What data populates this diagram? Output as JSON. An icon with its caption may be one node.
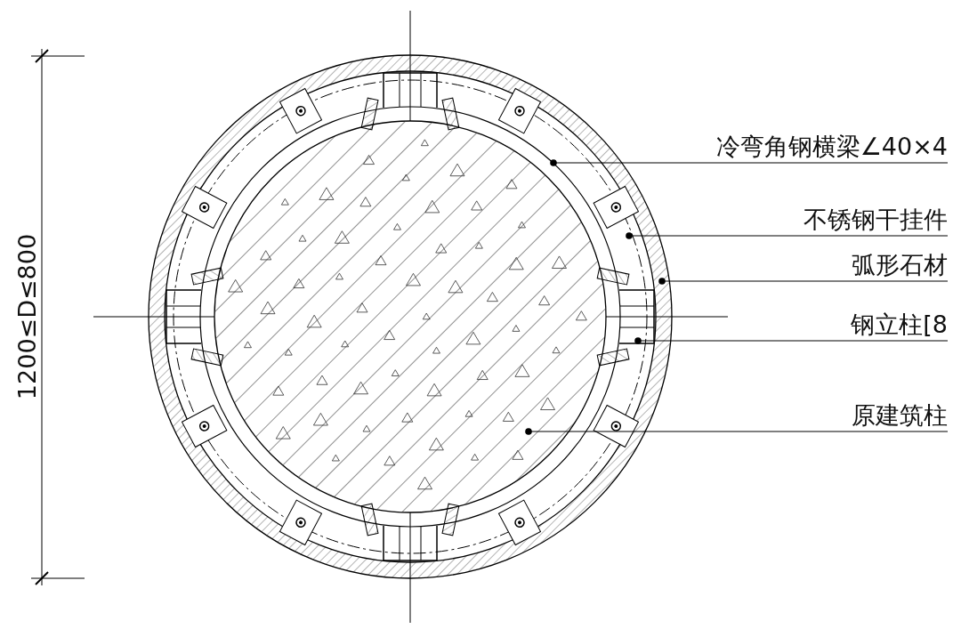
{
  "diagram": {
    "nodes": [
      {
        "text": [
          "冷弯角钢横梁∠40×4"
        ]
      },
      {
        "text": [
          "不锈钢干挂件"
        ]
      },
      {
        "text": [
          "弧形石材"
        ]
      },
      {
        "text": [
          "钢立柱[8"
        ]
      },
      {
        "text": [
          "原建筑柱"
        ]
      }
    ],
    "edges": [
      {
        "from": 0,
        "to": null,
        "arrow": "other"
      },
      {
        "from": 1,
        "to": null,
        "arrow": "other"
      },
      {
        "from": 2,
        "to": null,
        "arrow": "other"
      },
      {
        "from": 3,
        "to": null,
        "arrow": "other"
      },
      {
        "from": 4,
        "to": null,
        "arrow": "other"
      }
    ],
    "labels": [
      "1200≤D≤800"
    ]
  }
}
